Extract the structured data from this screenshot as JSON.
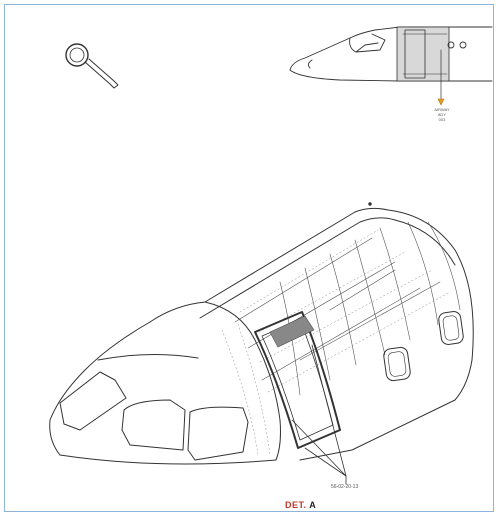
{
  "figure": {
    "detail_view_label": "DET. A",
    "detail_view_prefix": "DET.",
    "detail_view_letter": "A",
    "callout_lines": [
      "AIRWAY",
      "8DY",
      "003"
    ],
    "item_number": "56-02-20-13",
    "accent_color": "#c0392b",
    "frame_color": "#8fb4d9",
    "line_color": "#333333"
  }
}
